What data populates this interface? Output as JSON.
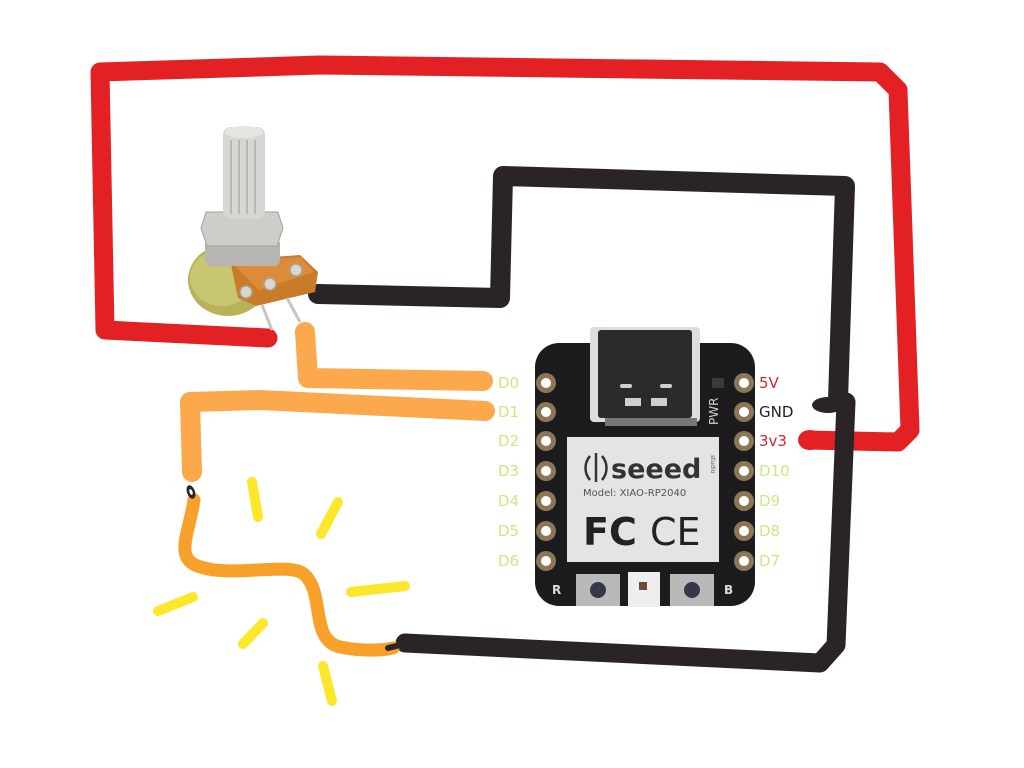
{
  "diagram": {
    "title": "Potentiometer and LED wiring to Seeed XIAO RP2040",
    "board": {
      "brand": "seeed",
      "brand_sub": "studio",
      "model": "Model: XIAO-RP2040",
      "certifications": [
        "FC",
        "CE"
      ],
      "silk_pwr": "PWR",
      "button_left": "R",
      "button_right": "B",
      "left_pins": [
        "D0",
        "D1",
        "D2",
        "D3",
        "D4",
        "D5",
        "D6"
      ],
      "right_pins": [
        "5V",
        "GND",
        "3v3",
        "D10",
        "D9",
        "D8",
        "D7"
      ]
    },
    "components": {
      "potentiometer": "potentiometer",
      "led": "led-filament"
    },
    "wires": [
      {
        "name": "red-wire",
        "from": "potentiometer-left-pin",
        "to": "3v3",
        "color": "#e32124"
      },
      {
        "name": "black-wire-pot",
        "from": "potentiometer-right-pin",
        "to": "GND",
        "color": "#2b2426"
      },
      {
        "name": "orange-wire-pot",
        "from": "potentiometer-wiper",
        "to": "D0",
        "color": "#fba94c"
      },
      {
        "name": "orange-wire-led",
        "from": "led-anode",
        "to": "D1",
        "color": "#fba94c"
      },
      {
        "name": "black-wire-led",
        "from": "led-cathode",
        "to": "GND",
        "color": "#2b2426"
      }
    ],
    "colors": {
      "red_wire": "#e32124",
      "black_wire": "#2b2426",
      "orange_wire": "#fba94c",
      "led_orange": "#f8a12a",
      "glow_yellow": "#fde72b",
      "pin_green": "#cde880",
      "pin_red": "#d2262d",
      "pin_black": "#222222",
      "pcb": "#1c1c1e",
      "pad_gold": "#8b7755"
    }
  }
}
